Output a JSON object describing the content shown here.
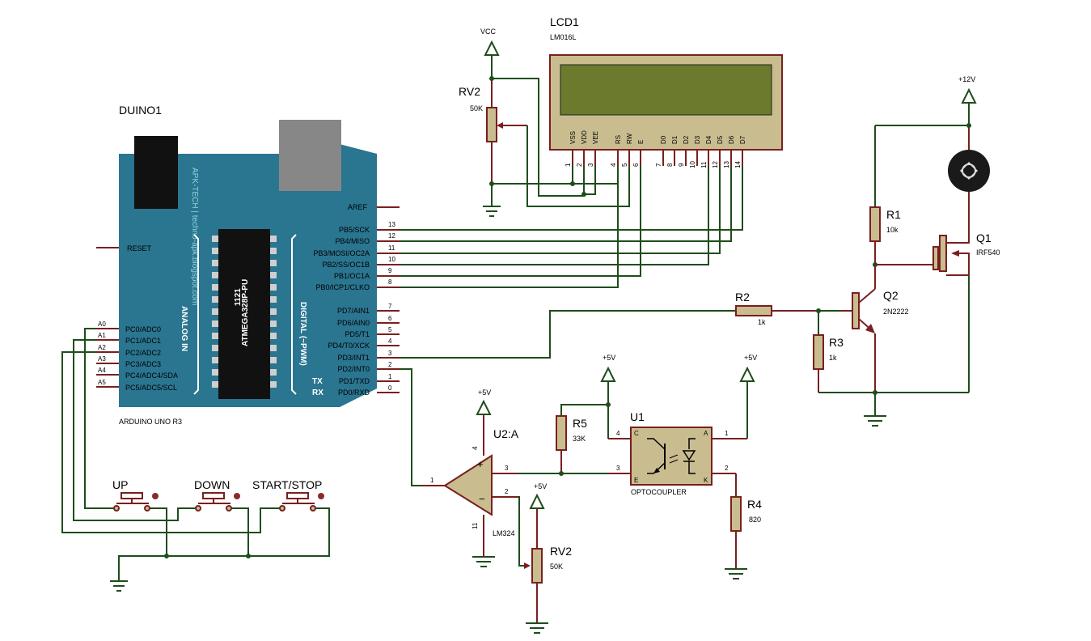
{
  "lcd": {
    "ref": "LCD1",
    "model": "LM016L",
    "pin_names": [
      "VSS",
      "VDD",
      "VEE",
      "RS",
      "RW",
      "E",
      "D0",
      "D1",
      "D2",
      "D3",
      "D4",
      "D5",
      "D6",
      "D7"
    ],
    "pin_numbers": [
      "1",
      "2",
      "3",
      "4",
      "5",
      "6",
      "7",
      "8",
      "9",
      "10",
      "11",
      "12",
      "13",
      "14"
    ]
  },
  "vcc_label": "VCC",
  "rv_top": {
    "ref": "RV2",
    "value": "50K"
  },
  "arduino": {
    "ref": "DUINO1",
    "model": "ARDUINO UNO R3",
    "aref": "AREF",
    "reset": "RESET",
    "chip": "ATMEGA328P-PU",
    "chip_suffix": "1121",
    "watermark": "APK-TECH | techno-apk.blogspot.com",
    "analog_label": "ANALOG IN",
    "digital_label": "DIGITAL (~PWM)",
    "tx": "TX",
    "rx": "RX",
    "pb_pins": [
      {
        "name": "PB5/SCK",
        "num": "13"
      },
      {
        "name": "PB4/MISO",
        "num": "12"
      },
      {
        "name": "PB3/MOSI/OC2A",
        "num": "11"
      },
      {
        "name": "PB2/SS/OC1B",
        "num": "10"
      },
      {
        "name": "PB1/OC1A",
        "num": "9"
      },
      {
        "name": "PB0/ICP1/CLKO",
        "num": "8"
      }
    ],
    "pd_pins": [
      {
        "name": "PD7/AIN1",
        "num": "7"
      },
      {
        "name": "PD6/AIN0",
        "num": "6"
      },
      {
        "name": "PD5/T1",
        "num": "5"
      },
      {
        "name": "PD4/T0/XCK",
        "num": "4"
      },
      {
        "name": "PD3/INT1",
        "num": "3"
      },
      {
        "name": "PD2/INT0",
        "num": "2"
      },
      {
        "name": "PD1/TXD",
        "num": "1"
      },
      {
        "name": "PD0/RXD",
        "num": "0"
      }
    ],
    "pc_pins": [
      {
        "name": "PC0/ADC0",
        "num": "A0"
      },
      {
        "name": "PC1/ADC1",
        "num": "A1"
      },
      {
        "name": "PC2/ADC2",
        "num": "A2"
      },
      {
        "name": "PC3/ADC3",
        "num": "A3"
      },
      {
        "name": "PC4/ADC4/SDA",
        "num": "A4"
      },
      {
        "name": "PC5/ADC5/SCL",
        "num": "A5"
      }
    ]
  },
  "buttons": {
    "up": "UP",
    "down": "DOWN",
    "startstop": "START/STOP"
  },
  "opamp": {
    "ref": "U2:A",
    "model": "LM324",
    "supply": "+5V",
    "pin_out": "1",
    "pin_plus": "3",
    "pin_minus": "2",
    "pin_vcc": "4",
    "pin_gnd": "11"
  },
  "rv_bottom": {
    "ref": "RV2",
    "value": "50K",
    "supply": "+5V"
  },
  "r5": {
    "ref": "R5",
    "value": "33K",
    "supply": "+5V"
  },
  "u1": {
    "ref": "U1",
    "model": "OPTOCOUPLER",
    "supply": "+5V",
    "pin4": "4",
    "pin3": "3",
    "pin1": "1",
    "pin2": "2",
    "c": "C",
    "e": "E",
    "a": "A",
    "k": "K"
  },
  "r4": {
    "ref": "R4",
    "value": "820"
  },
  "r2": {
    "ref": "R2",
    "value": "1k"
  },
  "r3": {
    "ref": "R3",
    "value": "1k"
  },
  "r1": {
    "ref": "R1",
    "value": "10k"
  },
  "q1": {
    "ref": "Q1",
    "model": "IRF540"
  },
  "q2": {
    "ref": "Q2",
    "model": "2N2222"
  },
  "v12": "+12V"
}
